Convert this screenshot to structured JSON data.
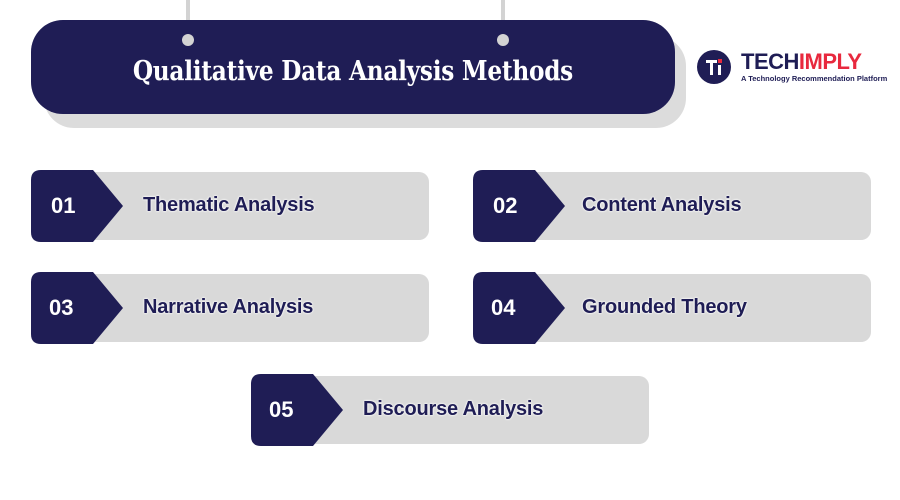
{
  "header": {
    "title": "Qualitative Data Analysis Methods"
  },
  "logo": {
    "name_part1": "TECH",
    "name_part2": "IMPLY",
    "tagline": "A Technology Recommendation Platform",
    "colors": {
      "navy": "#1f1d55",
      "red": "#e8293e"
    }
  },
  "methods": [
    {
      "number": "01",
      "label": "Thematic Analysis"
    },
    {
      "number": "02",
      "label": "Content Analysis"
    },
    {
      "number": "03",
      "label": "Narrative Analysis"
    },
    {
      "number": "04",
      "label": "Grounded Theory"
    },
    {
      "number": "05",
      "label": "Discourse Analysis"
    }
  ],
  "colors": {
    "primary": "#1f1d55",
    "card_bg": "#d9d9d9",
    "connector": "#d3d3d3"
  }
}
